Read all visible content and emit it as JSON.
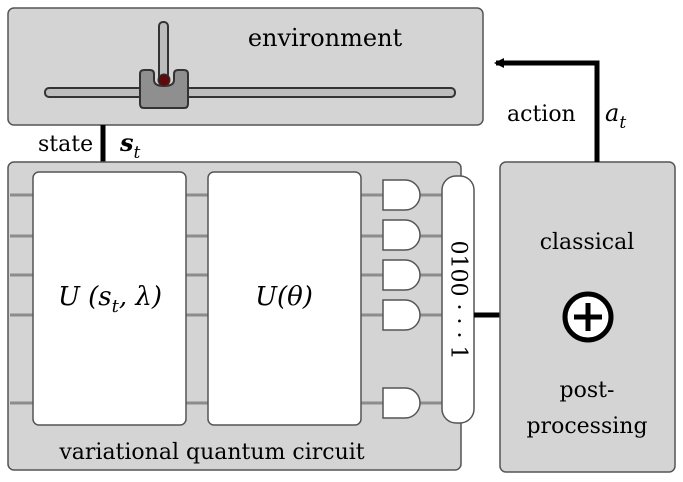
{
  "environment": {
    "label": "environment"
  },
  "state": {
    "label": "state",
    "symbol": "s",
    "subscript": "t"
  },
  "action": {
    "label": "action",
    "symbol": "a",
    "subscript": "t"
  },
  "circuit": {
    "label": "variational quantum circuit",
    "encoding_block": {
      "label": "U (s",
      "subscript": "t",
      "rest": ", λ)"
    },
    "variational_block": {
      "label": "U(θ)"
    },
    "measurement_output": "0100 · · · 1"
  },
  "postprocessing": {
    "top_label": "classical",
    "bottom_label_line1": "post-",
    "bottom_label_line2": "processing",
    "operator_icon": "oplus-icon"
  },
  "colors": {
    "box_fill": "#d4d4d4",
    "box_stroke": "#555555",
    "wire": "#8c8c8c",
    "arrow": "#000000",
    "cart_fill": "#8f8f8f",
    "pivot": "#5a0b0b"
  }
}
